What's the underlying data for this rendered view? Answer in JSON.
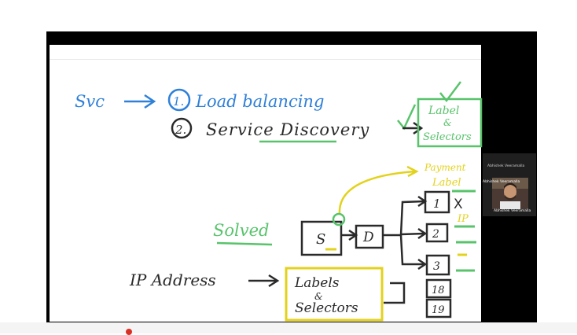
{
  "whiteboard": {
    "svc": "Svc",
    "item1_number": "1.",
    "item1_label": "Load balancing",
    "item2_number": "2.",
    "item2_label": "Service Discovery",
    "box_top_line1": "Label",
    "box_top_line2": "&",
    "box_top_line3": "Selectors",
    "payment_label_line1": "Payment",
    "payment_label_line2": "Label",
    "solved_label": "Solved",
    "s_box": "S",
    "d_box": "D",
    "pod_1": "1",
    "pod_1_mark": "X",
    "pod_1_note": "IP",
    "pod_2": "2",
    "pod_3": "3",
    "pod_18": "18",
    "pod_19": "19",
    "ip_address": "IP Address",
    "labels_line1": "Labels",
    "labels_line2": "&",
    "labels_line3": "Selectors"
  },
  "participant": {
    "name_header": "Abhishek Veeramalla",
    "name_top": "Abhishek Veeramalla",
    "name_bottom": "Abhishek Veeramalla"
  },
  "colors": {
    "blue_ink": "#2f80d9",
    "black_ink": "#2a2a2a",
    "green_ink": "#58c36b",
    "yellow_ink": "#e3d21c"
  }
}
